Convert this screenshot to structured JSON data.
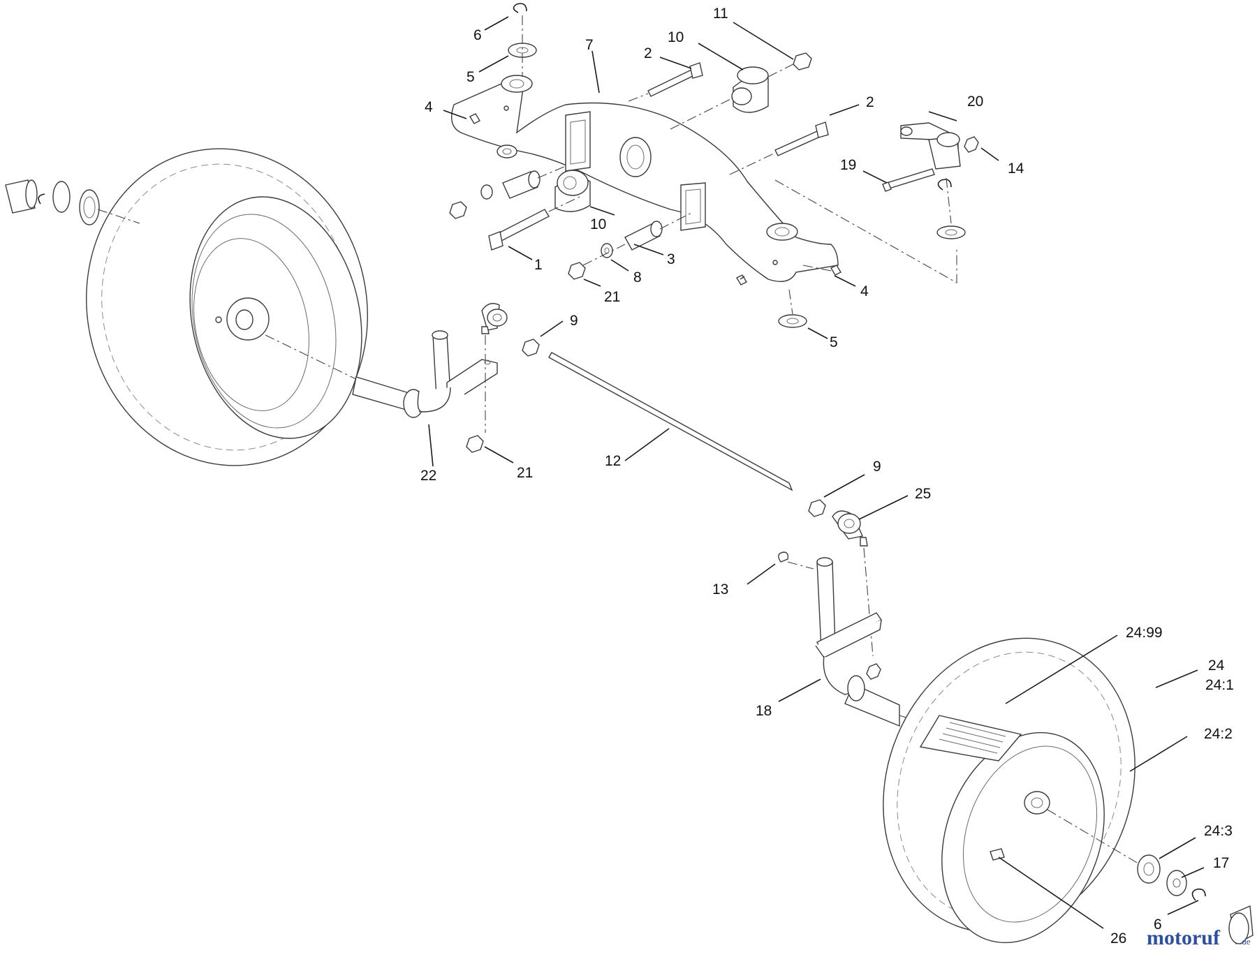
{
  "callouts": [
    "6",
    "5",
    "7",
    "2",
    "10",
    "11",
    "4",
    "2",
    "20",
    "19",
    "14",
    "10",
    "1",
    "3",
    "8",
    "21",
    "4",
    "5",
    "9",
    "22",
    "21",
    "12",
    "9",
    "25",
    "13",
    "24:99",
    "24",
    "24:1",
    "18",
    "24:2",
    "24:3",
    "17",
    "6",
    "26"
  ],
  "watermark": {
    "brand": "motoruf",
    "domain": ".de"
  },
  "colors": {
    "line": "#1a1a1a",
    "part_stroke": "#3a3a3a",
    "watermark": "#2f4f9a"
  },
  "icons": [
    "axle-beam",
    "tire",
    "spindle",
    "tie-rod",
    "bushing",
    "washer",
    "nut",
    "bolt",
    "steering-arm"
  ]
}
